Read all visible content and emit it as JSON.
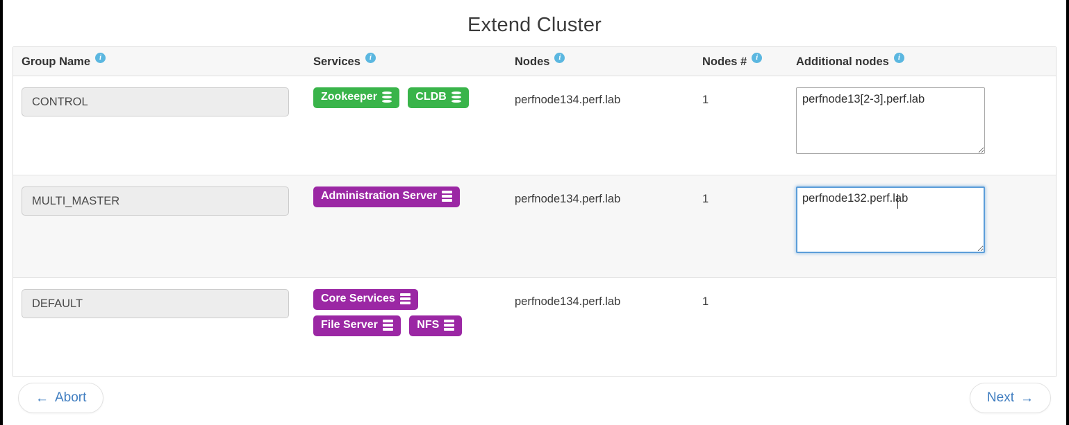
{
  "page": {
    "title": "Extend Cluster"
  },
  "table": {
    "columns": [
      {
        "label": "Group Name",
        "info_icon": "info-icon"
      },
      {
        "label": "Services",
        "info_icon": "info-icon"
      },
      {
        "label": "Nodes",
        "info_icon": "info-icon"
      },
      {
        "label": "Nodes #",
        "info_icon": "info-icon"
      },
      {
        "label": "Additional nodes",
        "info_icon": "info-icon"
      }
    ],
    "rows": [
      {
        "group_name": "CONTROL",
        "services": [
          {
            "label": "Zookeeper",
            "color": "#39b44a",
            "icon": "database-stack-icon"
          },
          {
            "label": "CLDB",
            "color": "#39b44a",
            "icon": "database-stack-icon"
          }
        ],
        "nodes": "perfnode134.perf.lab",
        "nodes_count": "1",
        "additional_nodes": "perfnode13[2-3].perf.lab",
        "additional_nodes_placeholder": "",
        "focused": false
      },
      {
        "group_name": "MULTI_MASTER",
        "services": [
          {
            "label": "Administration Server",
            "color": "#9b27a4",
            "icon": "server-rack-icon"
          }
        ],
        "nodes": "perfnode134.perf.lab",
        "nodes_count": "1",
        "additional_nodes": "perfnode132.perf.lab",
        "additional_nodes_placeholder": "",
        "focused": true
      },
      {
        "group_name": "DEFAULT",
        "services": [
          {
            "label": "Core Services",
            "color": "#9b27a4",
            "icon": "server-rack-icon"
          },
          {
            "label": "File Server",
            "color": "#9b27a4",
            "icon": "server-rack-icon"
          },
          {
            "label": "NFS",
            "color": "#9b27a4",
            "icon": "server-rack-icon"
          }
        ],
        "nodes": "perfnode134.perf.lab",
        "nodes_count": "1",
        "additional_nodes": "",
        "additional_nodes_placeholder": "",
        "focused": false
      }
    ]
  },
  "footer": {
    "abort_label": "Abort",
    "abort_arrow": "←",
    "next_label": "Next",
    "next_arrow": "→"
  },
  "colors": {
    "service_green": "#39b44a",
    "service_purple": "#9b27a4",
    "link_blue": "#3f7dc0",
    "info_blue": "#5bb7e0",
    "focus_blue": "#5b9dd9"
  }
}
